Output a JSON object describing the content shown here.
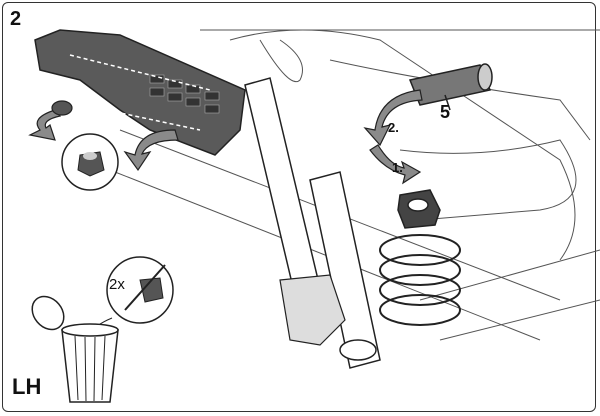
{
  "step_number": "2",
  "part_label": "5",
  "step_labels": [
    "1.",
    "2."
  ],
  "quantity_label": "2x",
  "side_label": "LH",
  "colors": {
    "line": "#222222",
    "panel": "#5a5a5a",
    "arrow": "#8a8a8a",
    "background": "#ffffff"
  }
}
